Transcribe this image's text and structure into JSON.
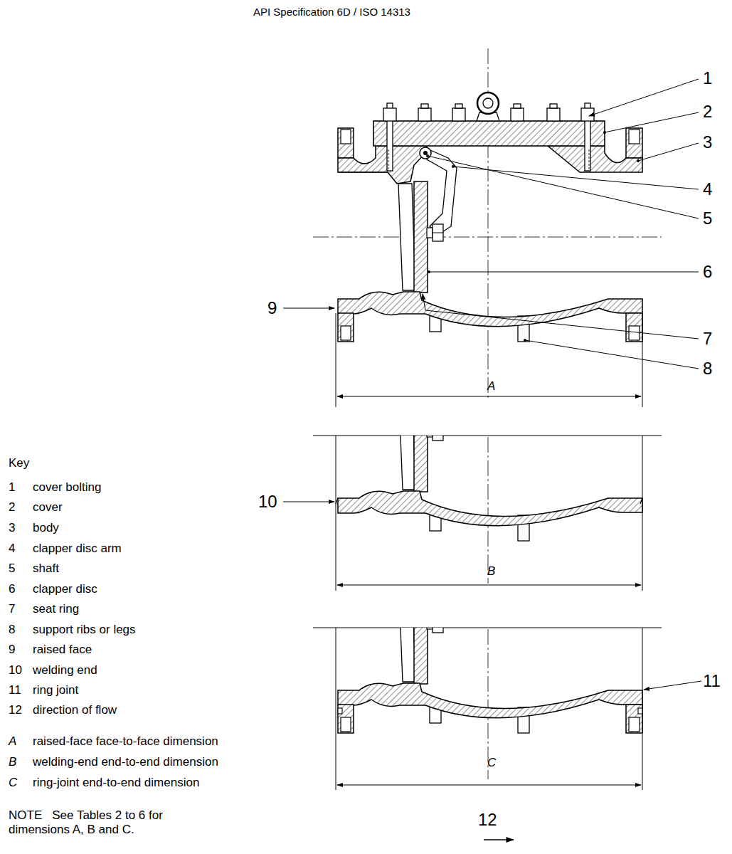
{
  "diagram": {
    "labels": [
      "API Specification 6D / ISO 14313",
      "1",
      "2",
      "3",
      "4",
      "5",
      "6",
      "7",
      "8",
      "9",
      "10",
      "11",
      "12",
      "A",
      "B",
      "C",
      "Key",
      "1",
      "cover bolting",
      "2",
      "cover",
      "3",
      "body",
      "4",
      "clapper disc arm",
      "5",
      "shaft",
      "6",
      "clapper disc",
      "7",
      "seat ring",
      "8",
      "support ribs or legs",
      "9",
      "raised face",
      "10",
      "welding end",
      "11",
      "ring joint",
      "12",
      "direction of flow",
      "A",
      "raised-face face-to-face dimension",
      "B",
      "welding-end end-to-end dimension",
      "C",
      "ring-joint end-to-end dimension",
      "NOTE",
      "See Tables 2 to 6 for dimensions A, B and C."
    ]
  }
}
